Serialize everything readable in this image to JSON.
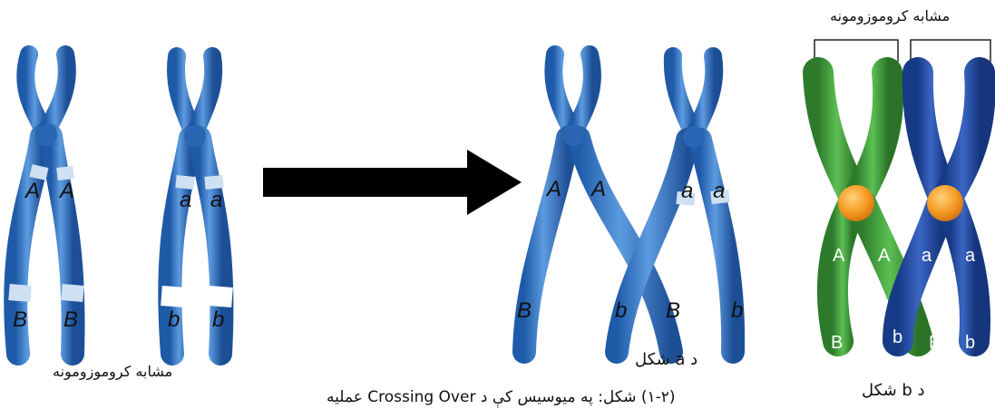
{
  "labels": {
    "homologs_left": "مشابه کروموزومونه",
    "homologs_right": "مشابه کروموزومونه",
    "figure_a": "د a شکل",
    "figure_b": "د b شکل",
    "caption": "(۱-۲) شکل: په میوسیس کې د Crossing Over عملیه"
  },
  "alleles": {
    "upper_dominant": "A",
    "upper_recessive": "a",
    "lower_dominant": "B",
    "lower_recessive": "b"
  },
  "colors": {
    "chromatid_blue": "#3a78c4",
    "chromatid_light": "#cfe0f3",
    "chromosome_green": "#3f9a3a",
    "chromosome_navy": "#22489c",
    "centromere": "#f4a02a",
    "arrow": "#000000"
  }
}
